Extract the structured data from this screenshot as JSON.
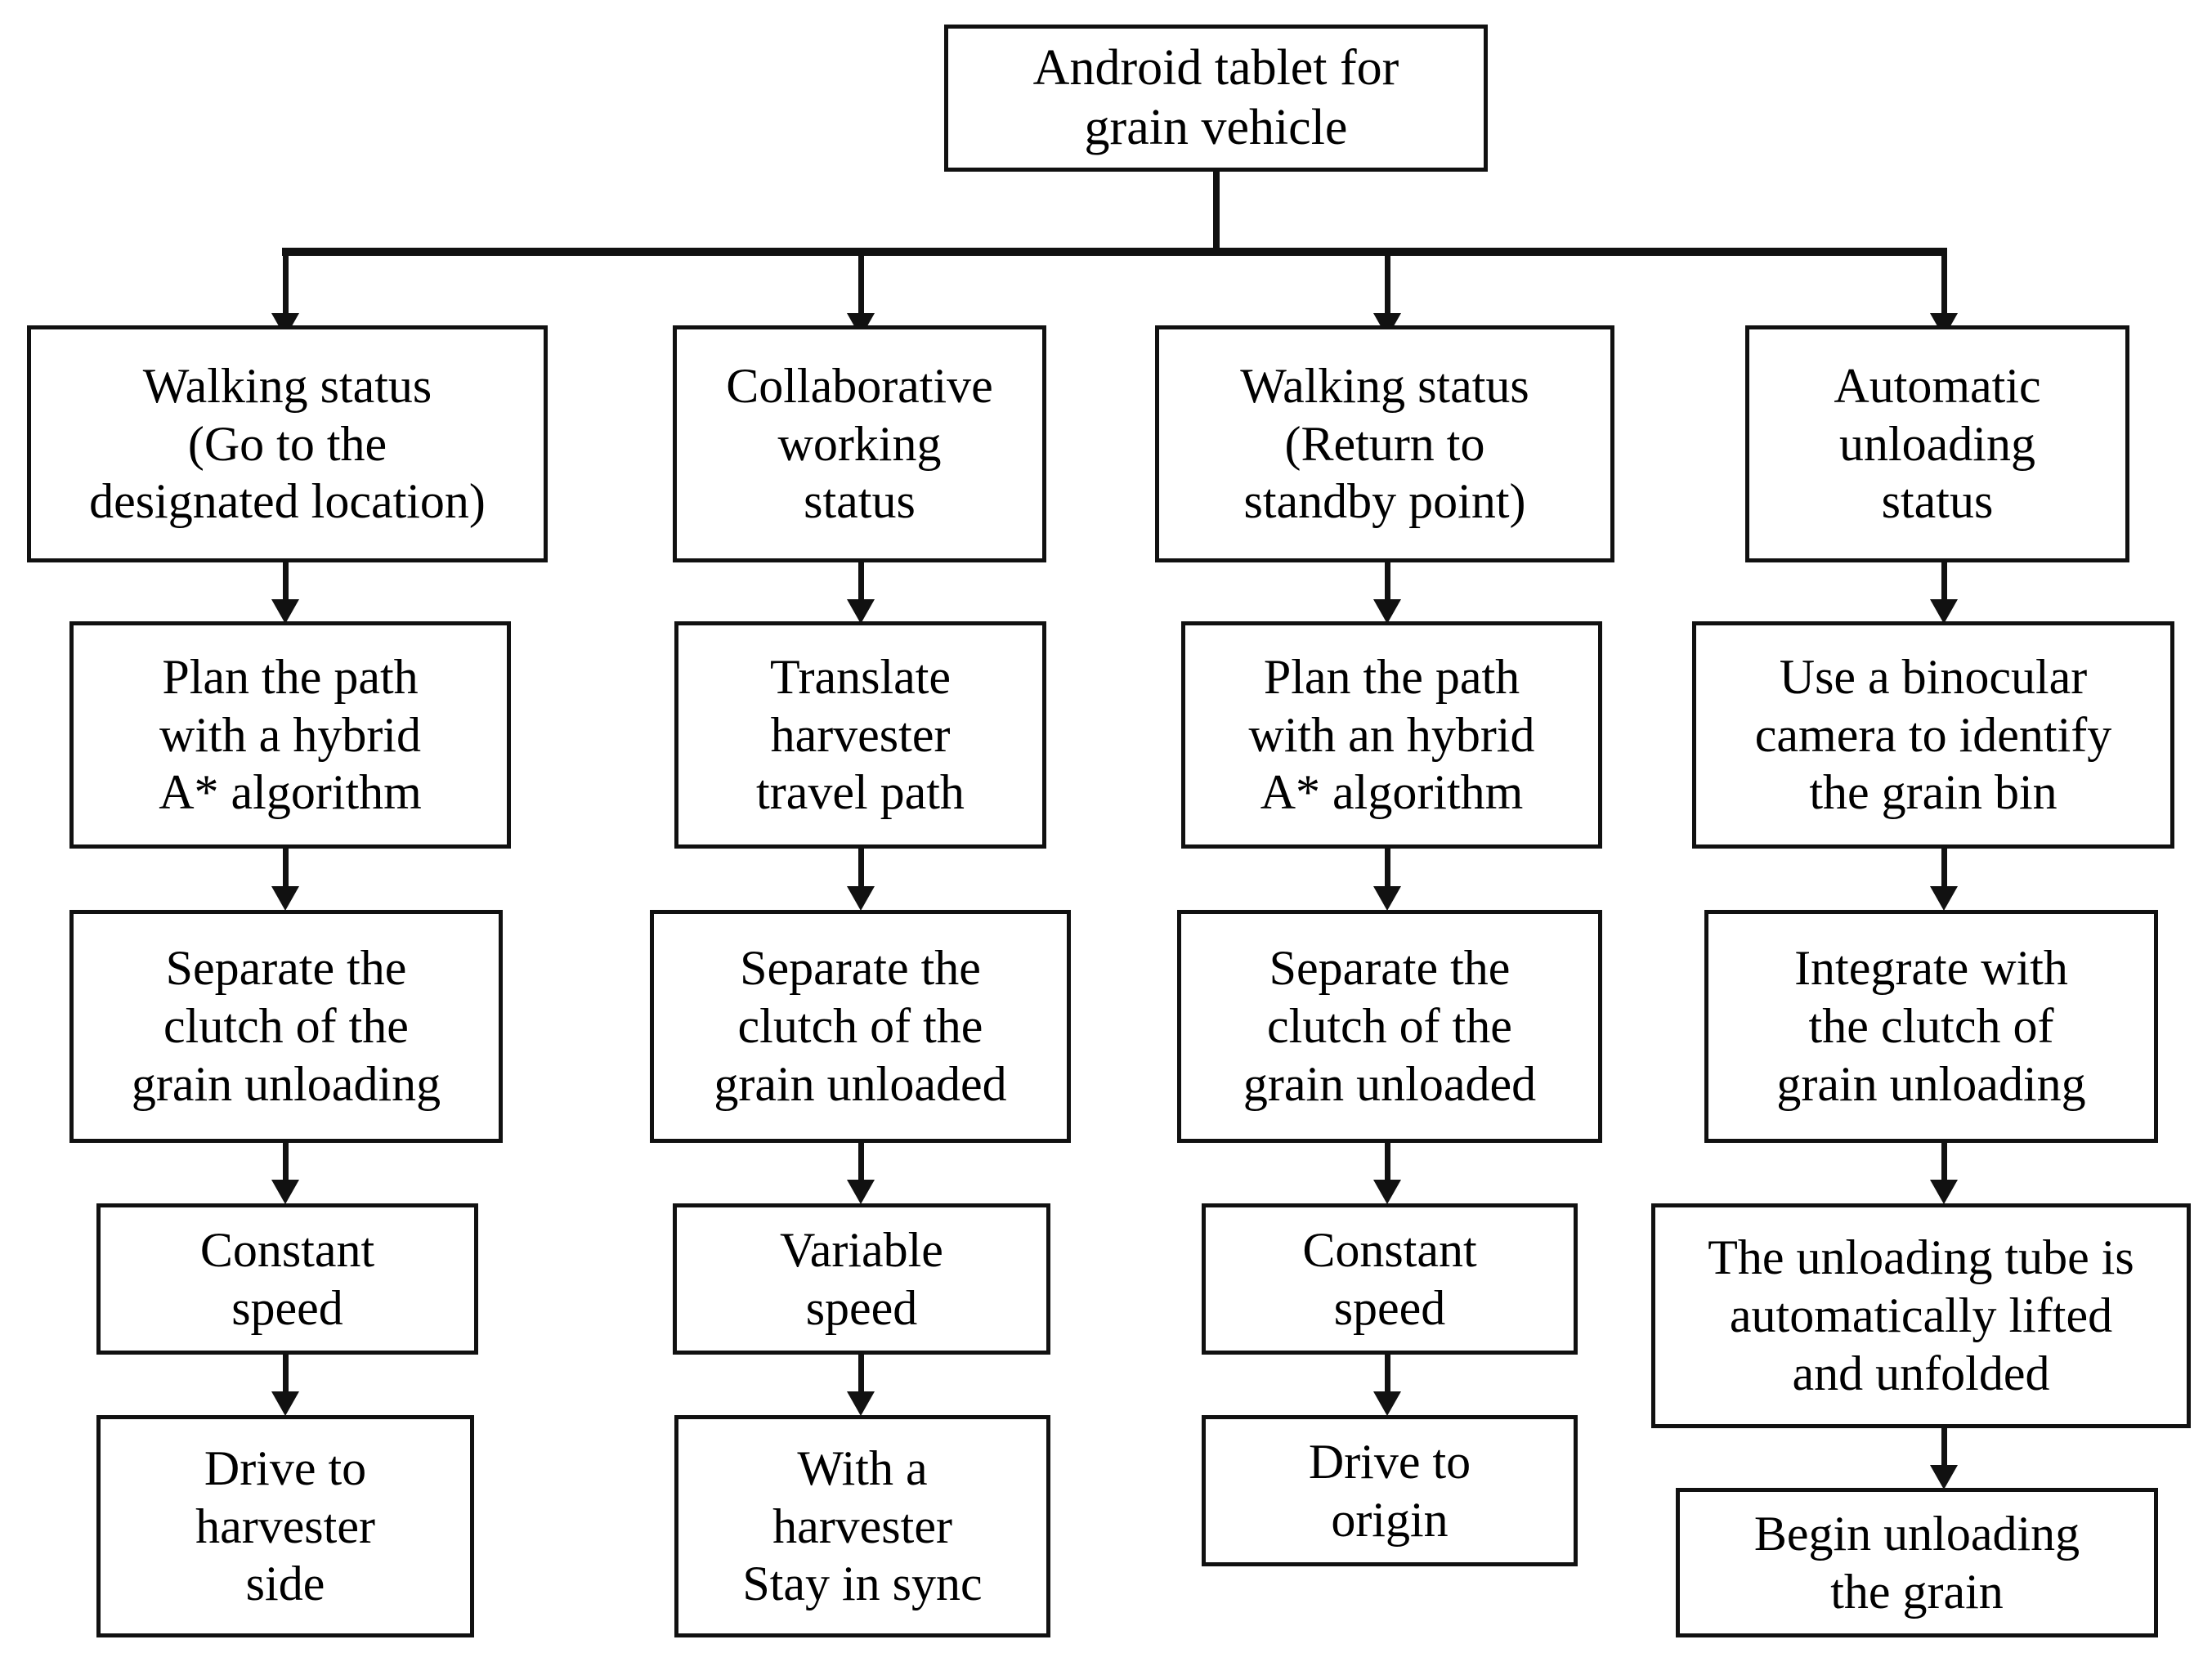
{
  "diagram": {
    "title": "Android tablet for grain vehicle control flowchart",
    "root": {
      "label": "Android tablet for\ngrain vehicle"
    },
    "columns": [
      {
        "name": "walking-status-go",
        "steps": [
          {
            "label": "Walking status\n(Go to the\ndesignated location)"
          },
          {
            "label": "Plan the path\nwith a hybrid\nA* algorithm"
          },
          {
            "label": "Separate the\nclutch of the\ngrain unloading"
          },
          {
            "label": "Constant\nspeed"
          },
          {
            "label": "Drive to\nharvester\nside"
          }
        ]
      },
      {
        "name": "collaborative-working",
        "steps": [
          {
            "label": "Collaborative\nworking\nstatus"
          },
          {
            "label": "Translate\nharvester\ntravel path"
          },
          {
            "label": "Separate the\nclutch of the\ngrain unloaded"
          },
          {
            "label": "Variable\nspeed"
          },
          {
            "label": "With a\nharvester\nStay in sync"
          }
        ]
      },
      {
        "name": "walking-status-return",
        "steps": [
          {
            "label": "Walking status\n(Return to\nstandby point)"
          },
          {
            "label": "Plan the path\nwith an hybrid\nA* algorithm"
          },
          {
            "label": "Separate the\nclutch of the\ngrain unloaded"
          },
          {
            "label": "Constant\nspeed"
          },
          {
            "label": "Drive to\norigin"
          }
        ]
      },
      {
        "name": "automatic-unloading",
        "steps": [
          {
            "label": "Automatic\nunloading\nstatus"
          },
          {
            "label": "Use a binocular\ncamera to identify\nthe grain bin"
          },
          {
            "label": "Integrate with\nthe clutch of\ngrain unloading"
          },
          {
            "label": "The unloading tube is\nautomatically lifted\nand unfolded"
          },
          {
            "label": "Begin unloading\nthe grain"
          }
        ]
      }
    ],
    "colors": {
      "stroke": "#111111",
      "fill": "#ffffff",
      "text": "#000000"
    }
  }
}
